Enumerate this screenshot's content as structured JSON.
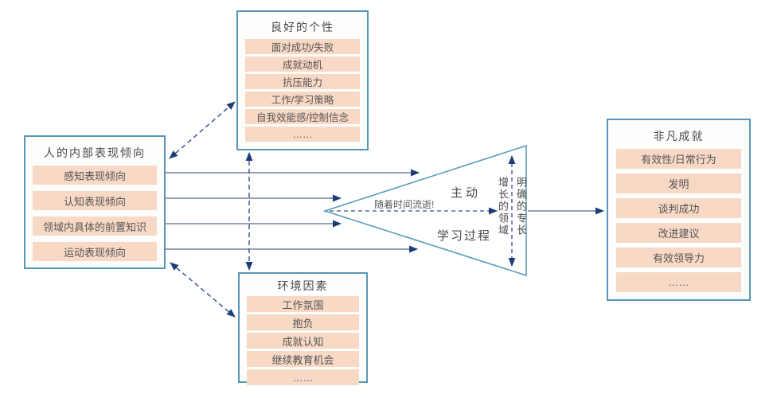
{
  "boxes": {
    "left": {
      "title": "人的内部表现倾向",
      "items": [
        "感知表现倾向",
        "认知表现倾向",
        "领域内具体的前置知识",
        "运动表现倾向"
      ]
    },
    "top": {
      "title": "良好的个性",
      "items": [
        "面对成功/失败",
        "成就动机",
        "抗压能力",
        "工作/学习策略",
        "自我效能感/控制信念",
        "……"
      ]
    },
    "bottom": {
      "title": "环境因素",
      "items": [
        "工作氛围",
        "抱负",
        "成就认知",
        "继续教育机会",
        "……"
      ]
    },
    "right": {
      "title": "非凡成就",
      "items": [
        "有效性/日常行为",
        "发明",
        "谈判成功",
        "改进建议",
        "有效领导力",
        "……"
      ]
    }
  },
  "funnel": {
    "label_top": "主动",
    "label_bottom": "学习过程",
    "time_label": "随着时间流逝!",
    "vertical_left_label": "增长的领域",
    "vertical_right_label": "明确的专长"
  },
  "colors": {
    "box_border": "#5596b8",
    "item_fill": "#f8d9c5",
    "arrow_head": "#1e3d78",
    "solid_line": "#74839a",
    "dashed_line": "#2e4d8f",
    "triangle_stroke": "#5b9cba",
    "title_text": "#4a4a4a"
  }
}
